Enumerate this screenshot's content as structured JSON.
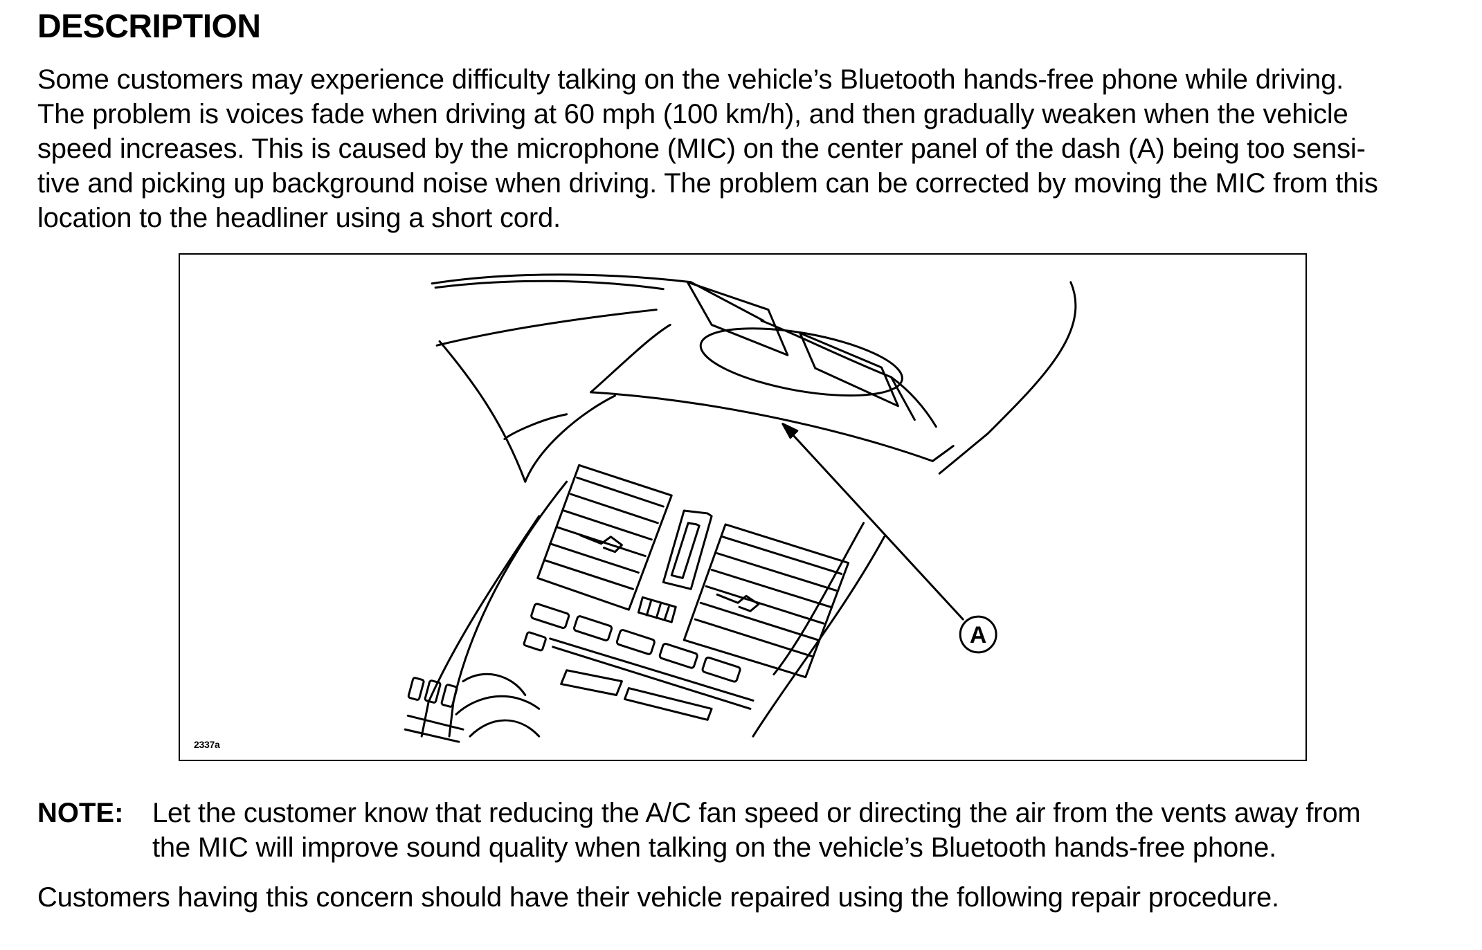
{
  "document": {
    "heading": "DESCRIPTION",
    "body_lines": [
      "Some customers may experience difficulty talking on the vehicle’s Bluetooth hands-free phone while driving.",
      "The problem is voices fade when driving at 60 mph (100 km/h), and then gradually weaken when the vehicle",
      "speed increases. This is caused by the microphone (MIC) on the center panel of the dash (A) being too sensi-",
      "tive and picking up background noise when driving. The problem can be corrected by moving the MIC from this",
      "location to the headliner using a short cord."
    ],
    "figure": {
      "callout_label": "A",
      "figure_id": "2337a"
    },
    "note": {
      "label": "NOTE:",
      "lines": [
        "Let the customer know that reducing the A/C fan speed or directing the air from the vents away from",
        "the MIC will improve sound quality when talking on the vehicle’s Bluetooth hands-free phone."
      ]
    },
    "closing": "Customers having this concern should have their vehicle repaired using the following repair procedure."
  }
}
